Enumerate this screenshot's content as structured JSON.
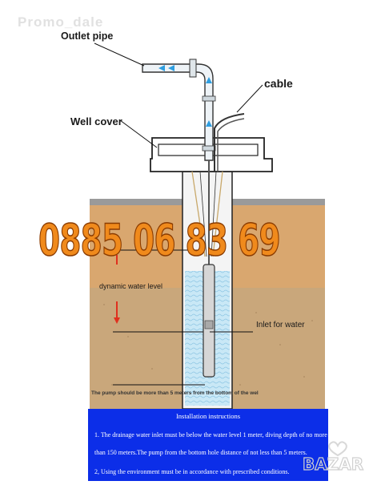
{
  "watermark": "Promo_dale",
  "labels": {
    "outlet_pipe": "Outlet pipe",
    "cable": "cable",
    "well_cover": "Well cover",
    "dynamic_water_level": "dynamic water level",
    "inlet_for_water": "Inlet for water",
    "pump_note": "The pump should be more than 5 meters from the bottom of the wel"
  },
  "phone_number": "0885 06 83 69",
  "instructions": {
    "title": "Installation instructions",
    "line1": "1. The drainage water inlet must be below the water level 1 meter, diving depth of no more",
    "line2": "than 150 meters.The pump from the bottom hole distance of not less than 5 meters.",
    "line3": "2, Using the environment must be in accordance with prescribed conditions."
  },
  "logo_text": "BAZAR",
  "colors": {
    "soil_top": "#d9a36b",
    "soil_bottom": "#c8a87a",
    "water": "#bfe3f4",
    "instructions_bg": "#0c2ee8",
    "phone": "#f08a1c",
    "arrow_red": "#e0301e"
  }
}
